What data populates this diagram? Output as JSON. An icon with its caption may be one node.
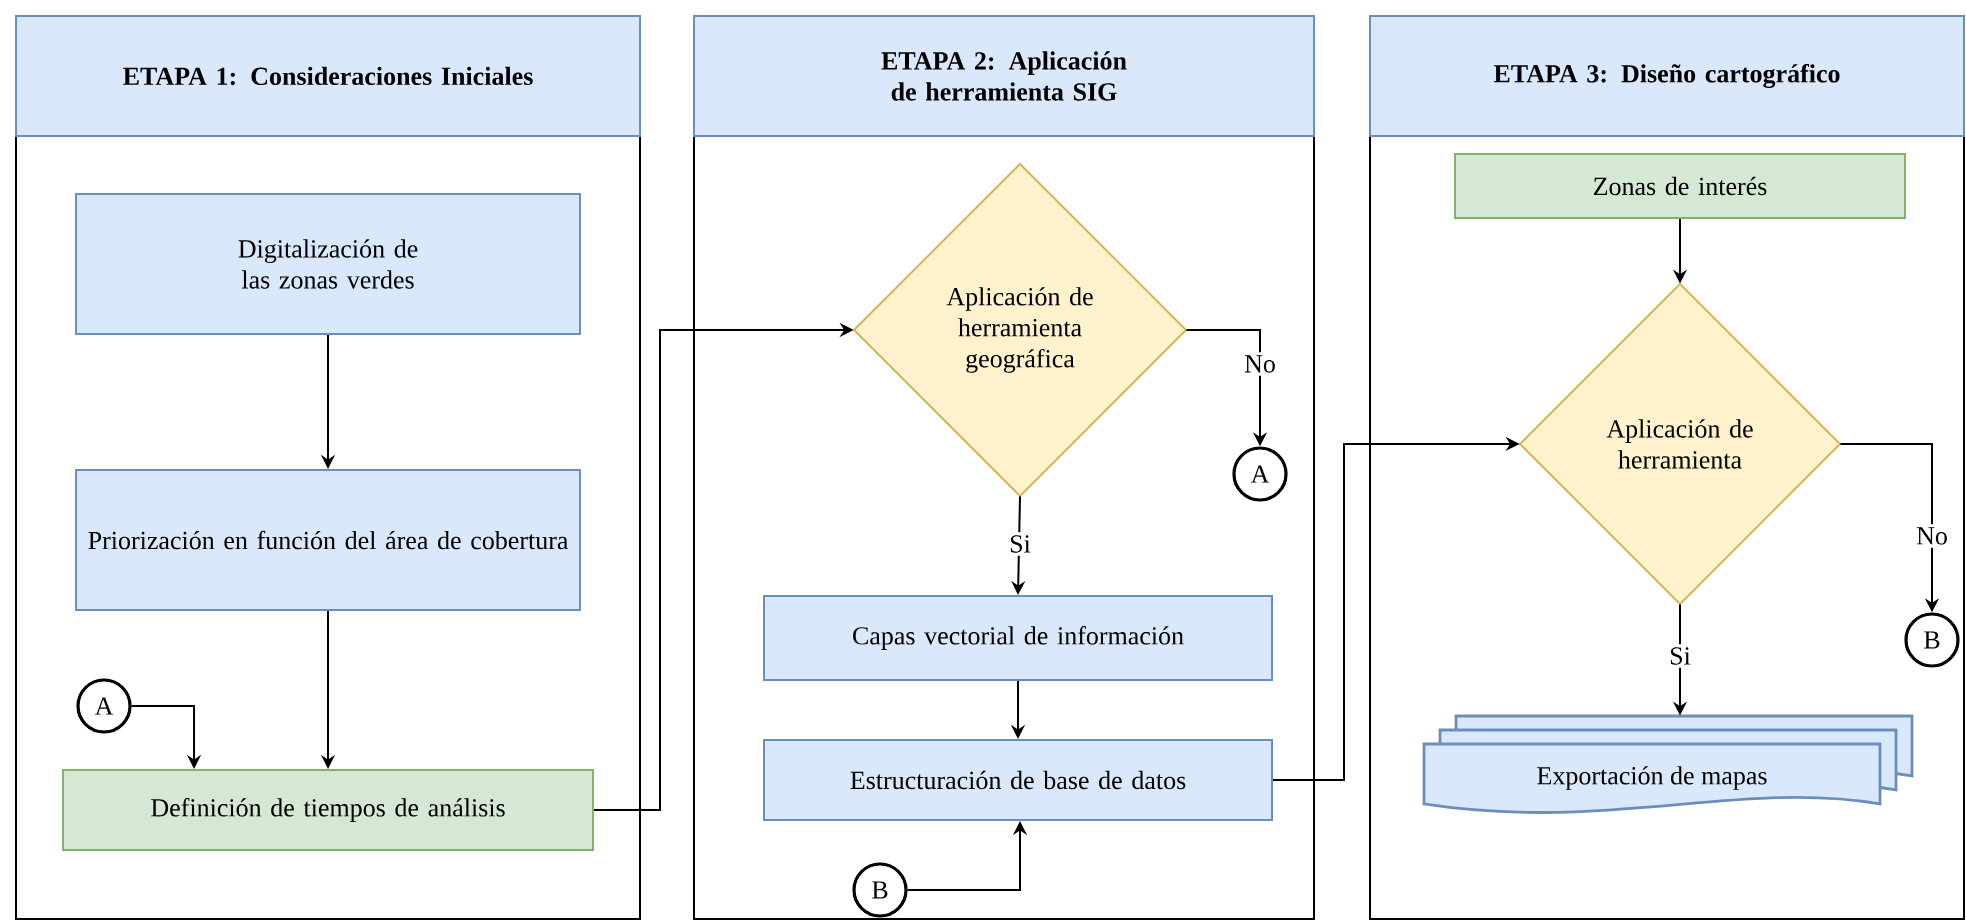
{
  "diagram": {
    "nodes": [
      {
        "text": [
          "**ETAPA 1:**  **Consideraciones Iniciales**"
        ]
      },
      {
        "text": [
          "Digitalización de las zonas verdes"
        ],
        "in": 0
      },
      {
        "text": [
          "Priorización en función del área de cobertura"
        ],
        "in": 0
      },
      {
        "text": [
          "A"
        ],
        "in": 0
      },
      {
        "text": [
          "Definición de tiempos de análisis"
        ],
        "in": 0
      },
      {
        "text": [
          "**ETAPA 2:**  **Aplicación de herramienta SIG**"
        ]
      },
      {
        "text": [
          "Aplicación de herramienta geográfica"
        ],
        "in": 5
      },
      {
        "text": [
          "A"
        ],
        "in": 5
      },
      {
        "text": [
          "Capas vectorial de información"
        ],
        "in": 5
      },
      {
        "text": [
          "Estructuración de base de datos"
        ],
        "in": 5
      },
      {
        "text": [
          "B"
        ],
        "in": 5
      },
      {
        "text": [
          "**ETAPA 3:**  **Diseño cartográfico**"
        ]
      },
      {
        "text": [
          "Zonas de interés"
        ],
        "in": 11
      },
      {
        "text": [
          "Aplicación de herramienta"
        ],
        "in": 11
      },
      {
        "text": [
          "B"
        ],
        "in": 11
      },
      {
        "text": [
          "Exportación de mapas"
        ],
        "in": 11
      }
    ],
    "edges": [
      {
        "from": 1,
        "to": 2,
        "arrow": "to"
      },
      {
        "from": 2,
        "to": 4,
        "arrow": "to"
      },
      {
        "from": 3,
        "to": 4,
        "arrow": "to"
      },
      {
        "from": 4,
        "to": 6,
        "arrow": "to"
      },
      {
        "from": 6,
        "to": 7,
        "arrow": "to",
        "label": "No"
      },
      {
        "from": 6,
        "to": 8,
        "arrow": "to",
        "label": "Si"
      },
      {
        "from": 8,
        "to": 9,
        "arrow": "to"
      },
      {
        "from": 10,
        "to": 9,
        "arrow": "to"
      },
      {
        "from": 9,
        "to": 13,
        "arrow": "to"
      },
      {
        "from": 12,
        "to": 13,
        "arrow": "to"
      },
      {
        "from": 13,
        "to": 14,
        "arrow": "to",
        "label": "No"
      },
      {
        "from": 13,
        "to": 15,
        "arrow": "to",
        "label": "Si"
      }
    ]
  }
}
